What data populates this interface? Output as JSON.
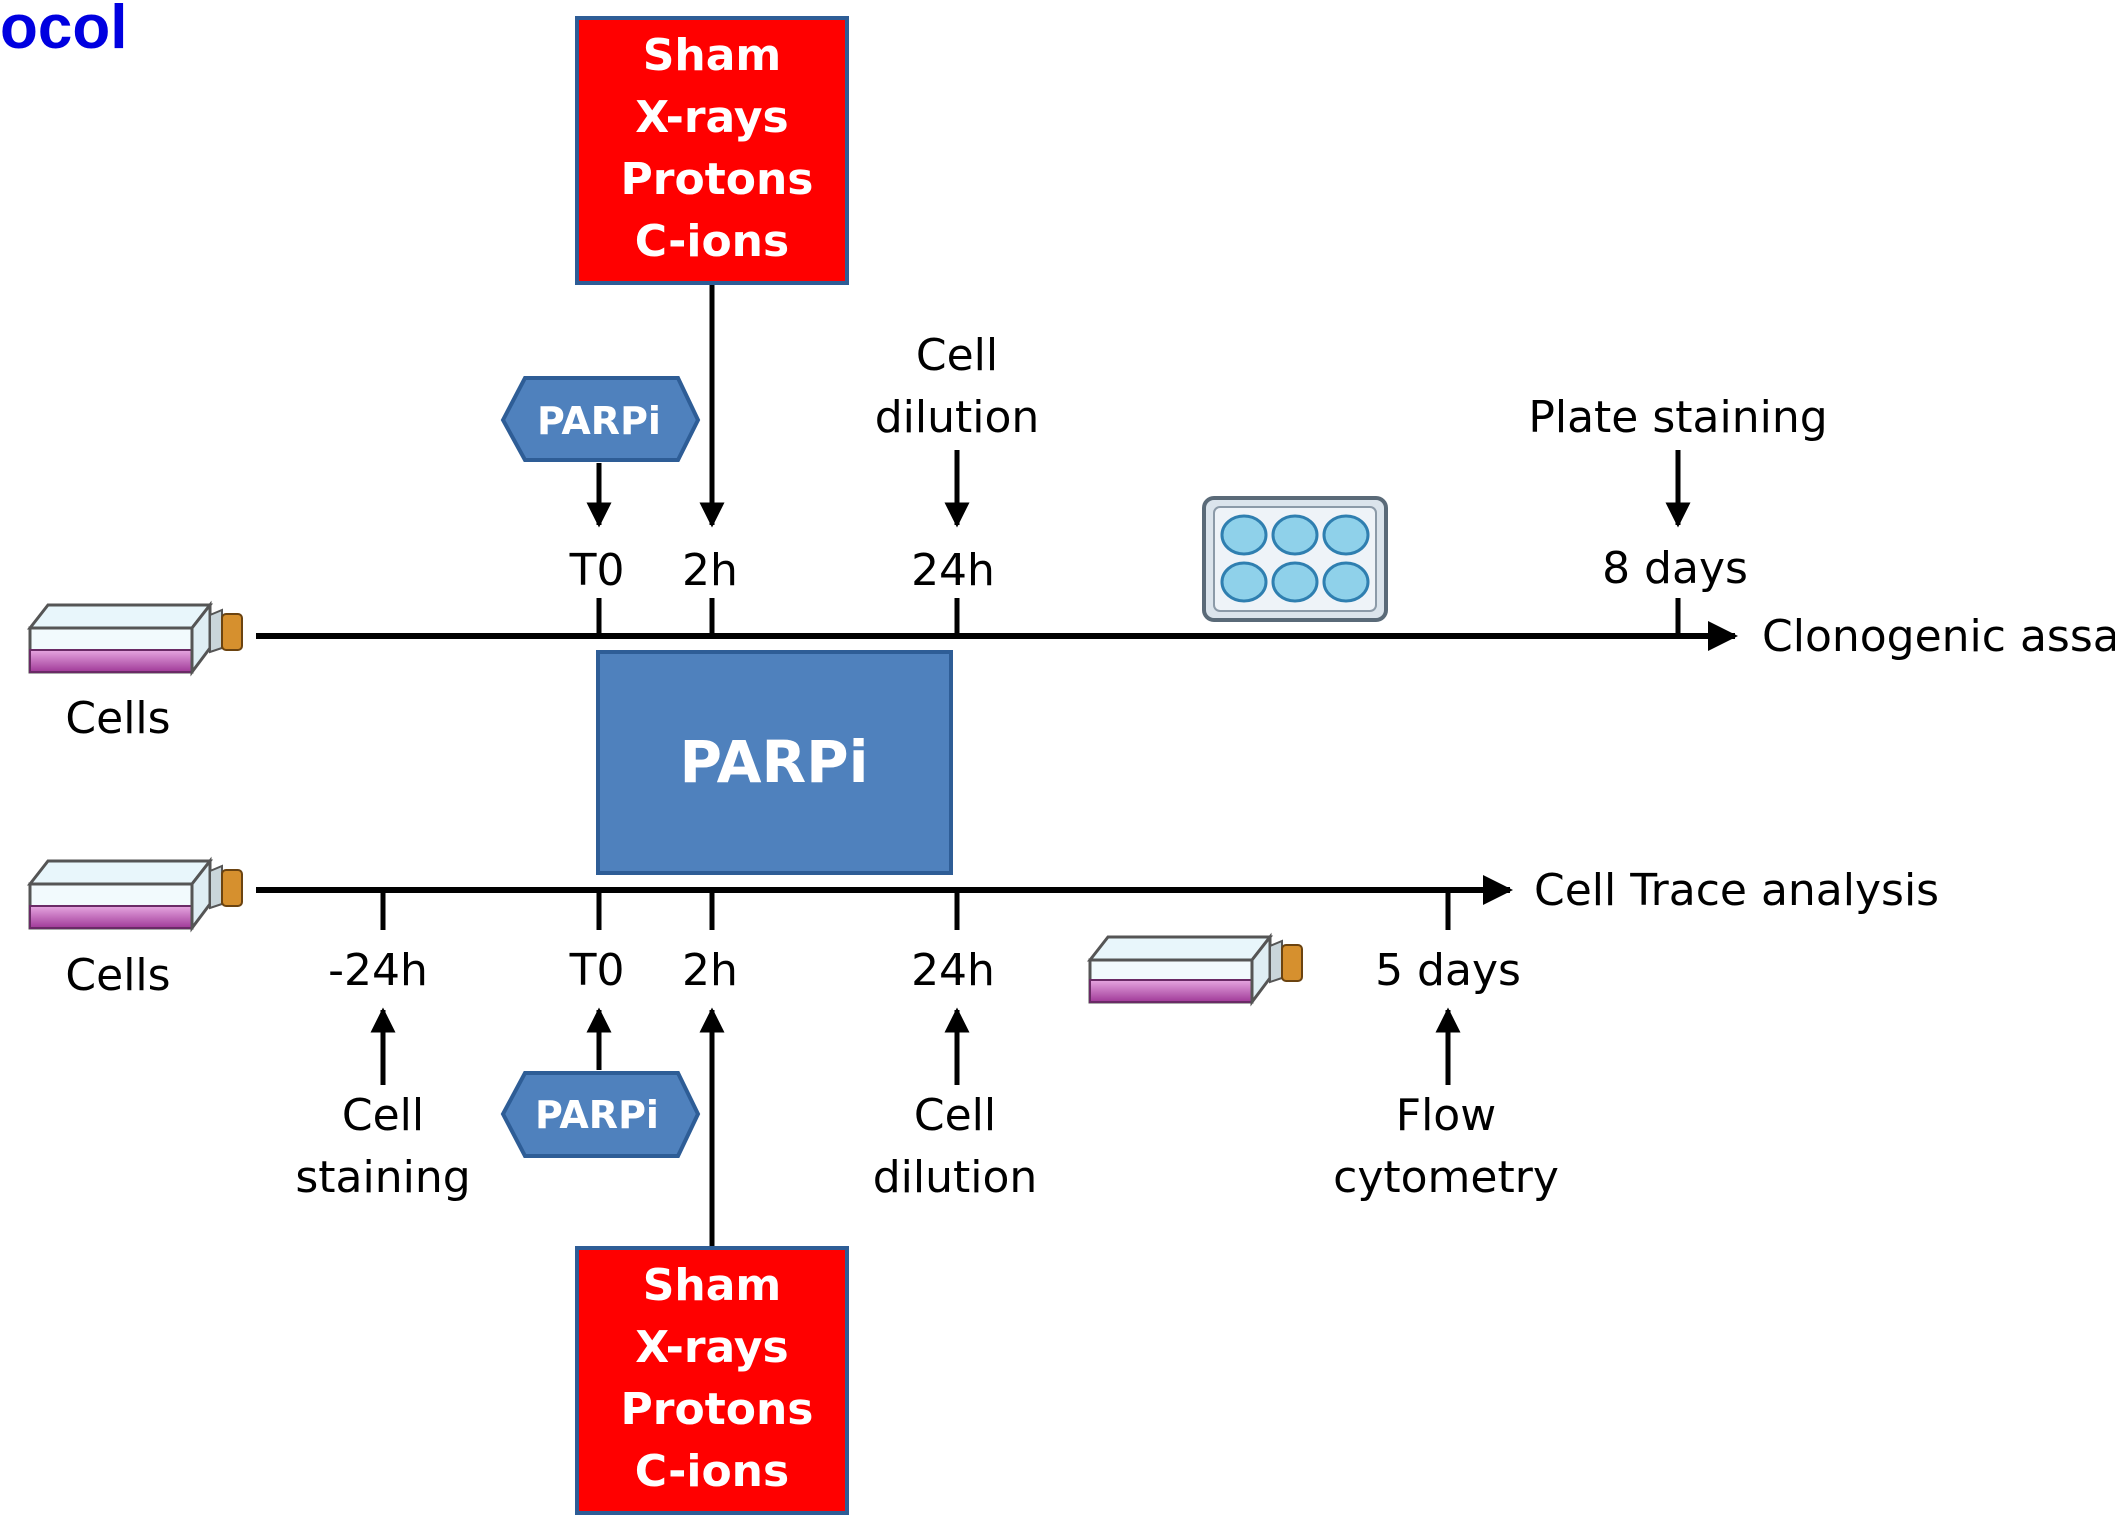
{
  "header_fragment": "ocol",
  "treatment_box_top": [
    "Sham",
    "X-rays",
    "Protons",
    "C-ions"
  ],
  "treatment_box_bottom": [
    "Sham",
    "X-rays",
    "Protons",
    "C-ions"
  ],
  "parpi_tag_top": "PARPi",
  "parpi_tag_bottom": "PARPi",
  "parpi_center": "PARPi",
  "top_timeline": {
    "start_label": "Cells",
    "end_label": "Clonogenic assay",
    "ticks": [
      "T0",
      "2h",
      "24h",
      "8 days"
    ],
    "event_cell_dilution": [
      "Cell",
      "dilution"
    ],
    "event_plate_staining": "Plate staining"
  },
  "bottom_timeline": {
    "start_label": "Cells",
    "end_label": "Cell Trace analysis",
    "ticks": [
      "-24h",
      "T0",
      "2h",
      "24h",
      "5 days"
    ],
    "event_cell_staining": [
      "Cell",
      "staining"
    ],
    "event_cell_dilution": [
      "Cell",
      "dilution"
    ],
    "event_flow_cytometry": [
      "Flow",
      "cytometry"
    ]
  },
  "colors": {
    "red_box": "#ff0000",
    "blue_box": "#4f81bd",
    "box_border": "#2e5d96",
    "header": "#0000e0"
  }
}
